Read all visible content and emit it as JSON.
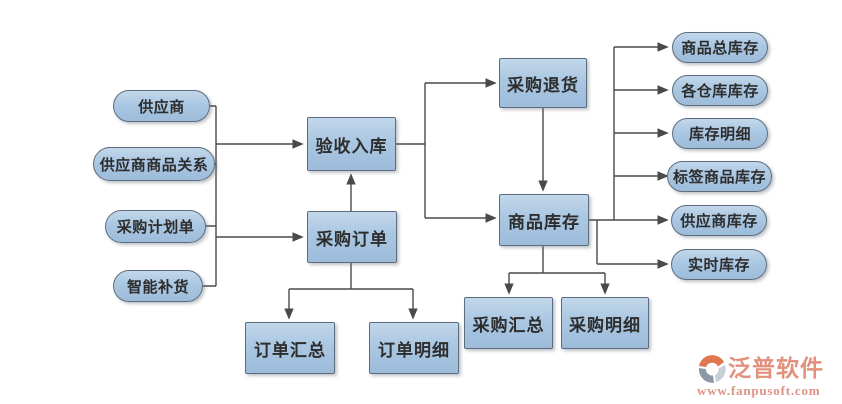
{
  "diagram": {
    "sources": [
      {
        "label": "供应商"
      },
      {
        "label": "供应商商品关系"
      },
      {
        "label": "采购计划单"
      },
      {
        "label": "智能补货"
      }
    ],
    "process": {
      "acceptance_inbound": "验收入库",
      "purchase_order": "采购订单",
      "order_summary": "订单汇总",
      "order_detail": "订单明细",
      "purchase_return": "采购退货",
      "goods_inventory": "商品库存",
      "purchase_summary": "采购汇总",
      "purchase_detail": "采购明细"
    },
    "inventory_views": [
      {
        "label": "商品总库存"
      },
      {
        "label": "各仓库库存"
      },
      {
        "label": "库存明细"
      },
      {
        "label": "标签商品库存"
      },
      {
        "label": "供应商库存"
      },
      {
        "label": "实时库存"
      }
    ],
    "colors": {
      "node_fill_top": "#c2d7ea",
      "node_fill_bottom": "#9dbcda",
      "node_border": "#5d6d7d",
      "connector": "#4a4a4a",
      "text": "#2d2d2d"
    }
  },
  "watermark": {
    "brand": "泛普软件",
    "url": "www.fanpusoft.com",
    "brand_color": "#e2917c",
    "icon_orange": "#e1764f",
    "icon_gray": "#8e99a8"
  }
}
